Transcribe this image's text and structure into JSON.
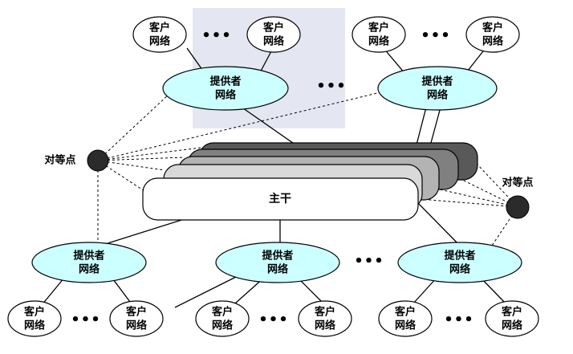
{
  "labels": {
    "customer_network_line1": "客户",
    "customer_network_line2": "网络",
    "provider_network_line1": "提供者",
    "provider_network_line2": "网络",
    "backbone": "主干",
    "peering_point": "对等点",
    "ellipsis": "•••"
  },
  "colors": {
    "provider_fill": "#ccffff",
    "customer_fill": "#ffffff",
    "peering_fill": "#2b2b2b",
    "backbone_layers": [
      "#595959",
      "#808080",
      "#b3b3b3",
      "#d9d9d9",
      "#ffffff"
    ]
  }
}
